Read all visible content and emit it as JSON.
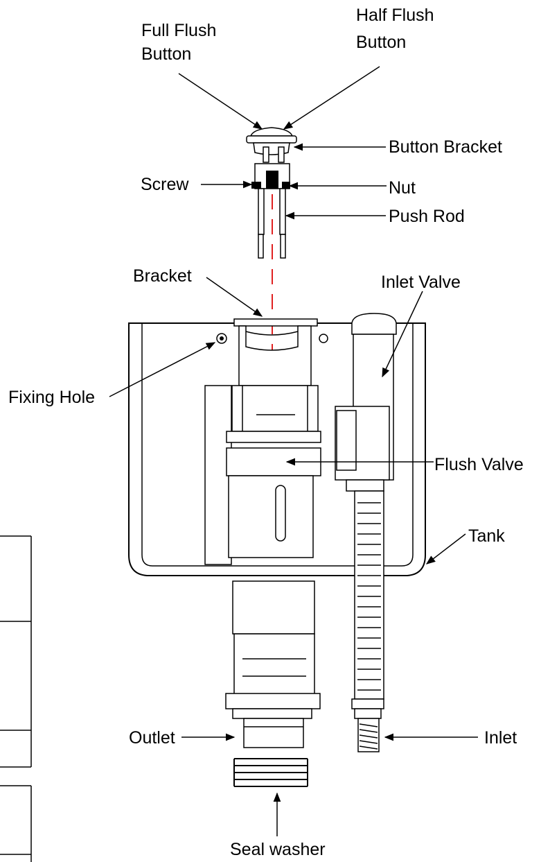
{
  "labels": {
    "full_flush_line1": "Full Flush",
    "full_flush_line2": "Button",
    "half_flush_line1": "Half Flush",
    "half_flush_line2": "Button",
    "button_bracket": "Button Bracket",
    "screw": "Screw",
    "nut": "Nut",
    "push_rod": "Push Rod",
    "bracket": "Bracket",
    "inlet_valve": "Inlet Valve",
    "fixing_hole": "Fixing Hole",
    "flush_valve": "Flush Valve",
    "tank": "Tank",
    "outlet": "Outlet",
    "inlet": "Inlet",
    "seal_washer": "Seal washer"
  },
  "colors": {
    "line": "#000000",
    "axis_dash": "#e02020",
    "background": "#ffffff"
  }
}
